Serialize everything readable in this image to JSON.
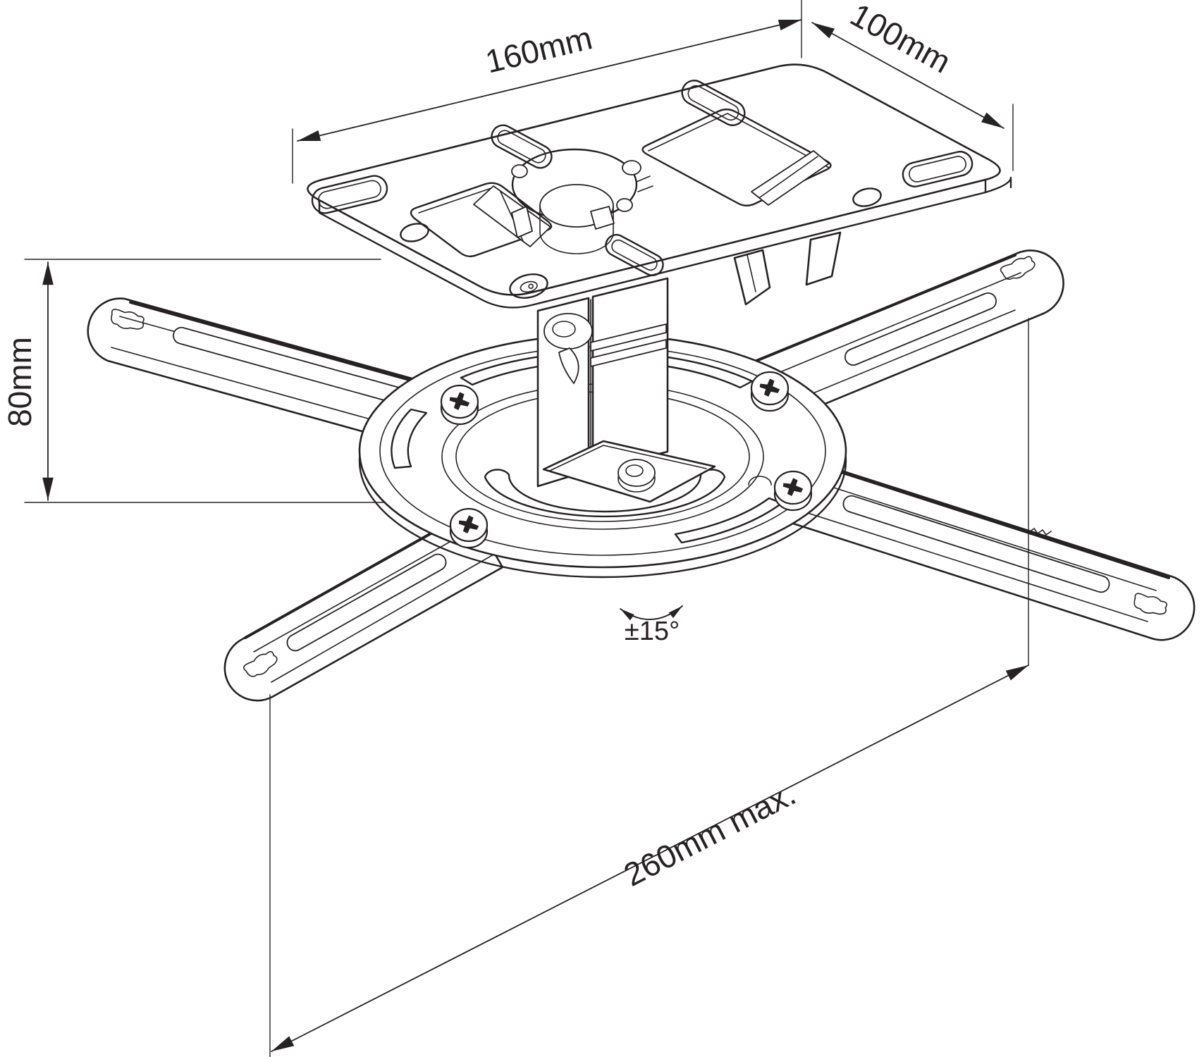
{
  "figure": {
    "kind": "technical line drawing",
    "subject": "projector ceiling mount",
    "line_color": "#262223",
    "background_color": "#ffffff"
  },
  "dimensions": {
    "plate_width": "160mm",
    "plate_depth": "100mm",
    "mount_height": "80mm",
    "rotation_range": "±15°",
    "arm_span_max": "260mm max."
  }
}
